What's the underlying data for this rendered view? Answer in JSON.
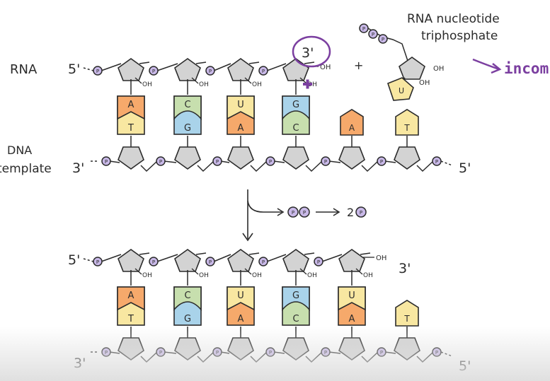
{
  "labels": {
    "rna": "RNA",
    "dna": "DNA",
    "template": "template",
    "five_prime": "5'",
    "three_prime": "3'",
    "oh": "OH",
    "plus": "+",
    "phosphate": "P",
    "nucleotide_title_line1": "RNA nucleotide",
    "nucleotide_title_line2": "triphosphate",
    "incoming": "incom",
    "released_count": "2"
  },
  "steps": [
    {
      "pairs": [
        {
          "rna": "A",
          "dna": "T"
        },
        {
          "rna": "C",
          "dna": "G"
        },
        {
          "rna": "U",
          "dna": "A"
        },
        {
          "rna": "G",
          "dna": "C"
        }
      ],
      "unpaired_dna": [
        "A",
        "T"
      ]
    },
    {
      "pairs": [
        {
          "rna": "A",
          "dna": "T"
        },
        {
          "rna": "C",
          "dna": "G"
        },
        {
          "rna": "U",
          "dna": "A"
        },
        {
          "rna": "G",
          "dna": "C"
        },
        {
          "rna": "U",
          "dna": "A"
        }
      ],
      "unpaired_dna": [
        "T"
      ]
    }
  ],
  "incoming_base": "U",
  "colors": {
    "A": "#f6a96b",
    "T": "#f8e7a1",
    "C": "#c7dfae",
    "G": "#a9d3ea",
    "U": "#f8e7a1",
    "phosphate": "#c9b9e8",
    "sugar": "#d3d3d3",
    "accent": "#7b3fa0",
    "ink": "#2b2b2b"
  }
}
